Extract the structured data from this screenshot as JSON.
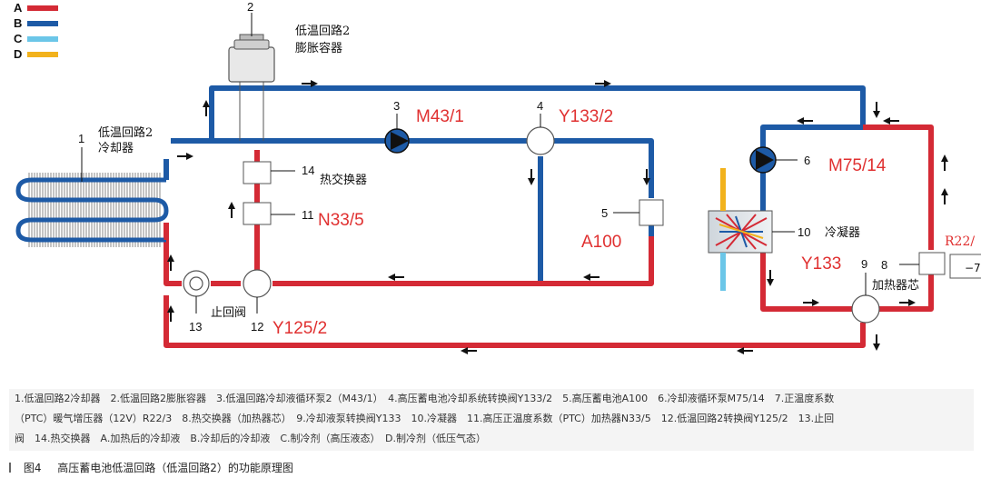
{
  "legend": [
    {
      "letter": "A",
      "color": "#d42a35"
    },
    {
      "letter": "B",
      "color": "#1d5aa6"
    },
    {
      "letter": "C",
      "color": "#6bc6e8"
    },
    {
      "letter": "D",
      "color": "#f2b21c"
    }
  ],
  "labels": {
    "n1": "1",
    "n2": "2",
    "n3": "3",
    "n4": "4",
    "n5": "5",
    "n6": "6",
    "n7": "7",
    "n8": "8",
    "n9": "9",
    "n10": "10",
    "n11": "11",
    "n12": "12",
    "n13": "13",
    "n14": "14",
    "radiator": "低温回路2\n冷却器",
    "expansion": "低温回路2\n膨胀容器",
    "heat_exchanger": "热交换器",
    "condenser": "冷凝器",
    "heater_core": "加热器芯",
    "check_valve": "止回阀",
    "m43": "M43/1",
    "y133_2": "Y133/2",
    "m75": "M75/14",
    "n33": "N33/5",
    "a100": "A100",
    "y133": "Y133",
    "y125": "Y125/2",
    "r22": "R22/",
    "r22_partial": "−7"
  },
  "caption": {
    "lines": [
      "1.低温回路2冷却器　2.低温回路2膨胀容器　3.低温回路冷却液循环泵2（M43/1）　4.高压蓄电池冷却系统转换阀Y133/2　5.高压蓄电池A100　6.冷却液循环泵M75/14　7.正温度系数",
      "（PTC）暖气增压器（12V）R22/3　8.热交换器（加热器芯）　9.冷却液泵转换阀Y133　10.冷凝器　11.高压正温度系数（PTC）加热器N33/5　12.低温回路2转换阀Y125/2　13.止回",
      "阀　14.热交换器　A.加热后的冷却液　B.冷却后的冷却液　C.制冷剂（高压液态）　D.制冷剂（低压气态）"
    ]
  },
  "figure_title": {
    "label": "图4",
    "text": "高压蓄电池低温回路（低温回路2）的功能原理图"
  }
}
